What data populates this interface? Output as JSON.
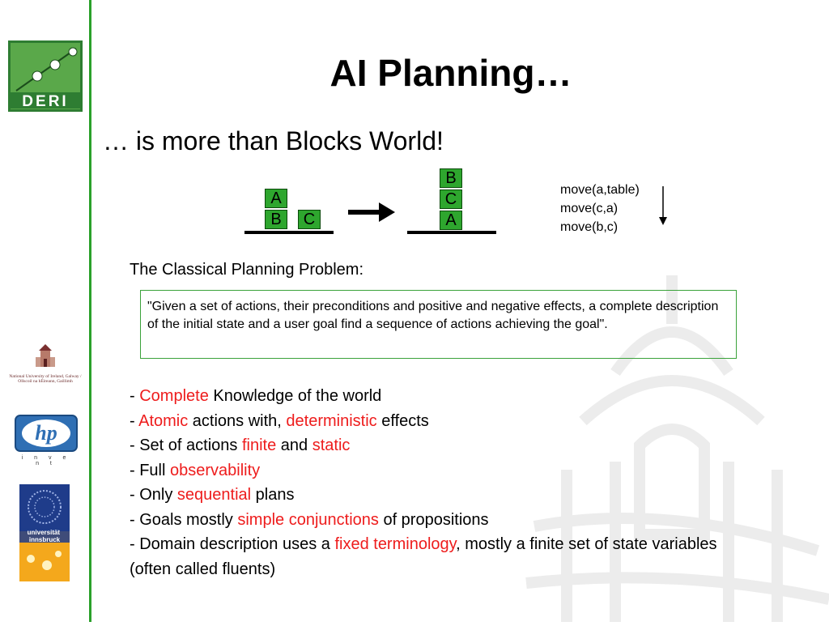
{
  "slide": {
    "title": "AI Planning…",
    "subtitle": "… is more than Blocks World!"
  },
  "logos": {
    "deri": {
      "text": "DERI",
      "color": "#2e7d32"
    },
    "nuig": {
      "text": "National University of Ireland, Galway / Ollscoil na hÉireann, Gaillimh"
    },
    "hp": {
      "text": "hp",
      "tagline": "i n v e n t"
    },
    "innsbruck": {
      "text": "universität innsbruck"
    }
  },
  "blocks_diagram": {
    "initial": {
      "stack": [
        "A",
        "B"
      ],
      "single": "C"
    },
    "goal": {
      "stack": [
        "B",
        "C",
        "A"
      ]
    },
    "moves": [
      "move(a,table)",
      "move(c,a)",
      "move(b,c)"
    ],
    "block_color": "#2ea62e"
  },
  "classical": {
    "heading": "The Classical Planning Problem:",
    "quote": "\"Given a set of actions, their preconditions and positive and negative effects, a complete description of the initial state and a user goal find a sequence of actions achieving the goal\"."
  },
  "bullets": [
    [
      {
        "t": "- "
      },
      {
        "t": "Complete",
        "red": true
      },
      {
        "t": " Knowledge of the world"
      }
    ],
    [
      {
        "t": "- "
      },
      {
        "t": "Atomic",
        "red": true
      },
      {
        "t": " actions with, "
      },
      {
        "t": "deterministic",
        "red": true
      },
      {
        "t": " effects"
      }
    ],
    [
      {
        "t": "- Set of actions "
      },
      {
        "t": "finite",
        "red": true
      },
      {
        "t": " and "
      },
      {
        "t": "static",
        "red": true
      }
    ],
    [
      {
        "t": "- Full "
      },
      {
        "t": "observability",
        "red": true
      }
    ],
    [
      {
        "t": "- Only "
      },
      {
        "t": "sequential",
        "red": true
      },
      {
        "t": " plans"
      }
    ],
    [
      {
        "t": "- Goals mostly "
      },
      {
        "t": "simple conjunctions",
        "red": true
      },
      {
        "t": " of propositions"
      }
    ],
    [
      {
        "t": "- Domain description uses a "
      },
      {
        "t": "fixed terminology",
        "red": true
      },
      {
        "t": ", mostly a finite set of state variables (often called fluents)"
      }
    ]
  ],
  "colors": {
    "accent_green": "#2aa02a",
    "highlight_red": "#ee1c1c"
  }
}
